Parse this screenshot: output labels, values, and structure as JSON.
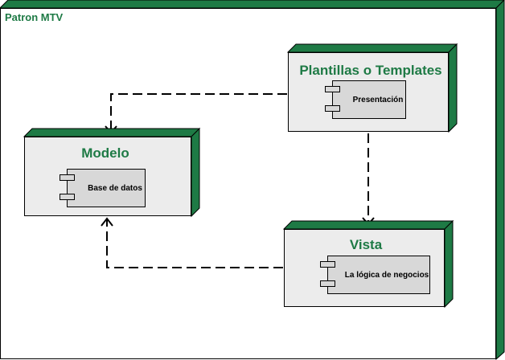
{
  "diagram": {
    "frame": {
      "title": "Patron MTV"
    },
    "nodes": {
      "templates": {
        "title": "Plantillas o Templates",
        "component": "Presentación"
      },
      "model": {
        "title": "Modelo",
        "component": "Base de datos"
      },
      "view": {
        "title": "Vista",
        "component": "La lógica de negocios"
      }
    },
    "connectors": [
      {
        "from": "templates",
        "to": "model",
        "style": "dashed",
        "arrow": "open"
      },
      {
        "from": "templates",
        "to": "view",
        "style": "dashed",
        "arrow": "open"
      },
      {
        "from": "view",
        "to": "model",
        "style": "dashed",
        "arrow": "open"
      }
    ]
  },
  "colors": {
    "accent_green": "#1e7a45",
    "node_fill": "#ececec",
    "component_fill": "#d8d8d8",
    "stroke": "#000000"
  }
}
